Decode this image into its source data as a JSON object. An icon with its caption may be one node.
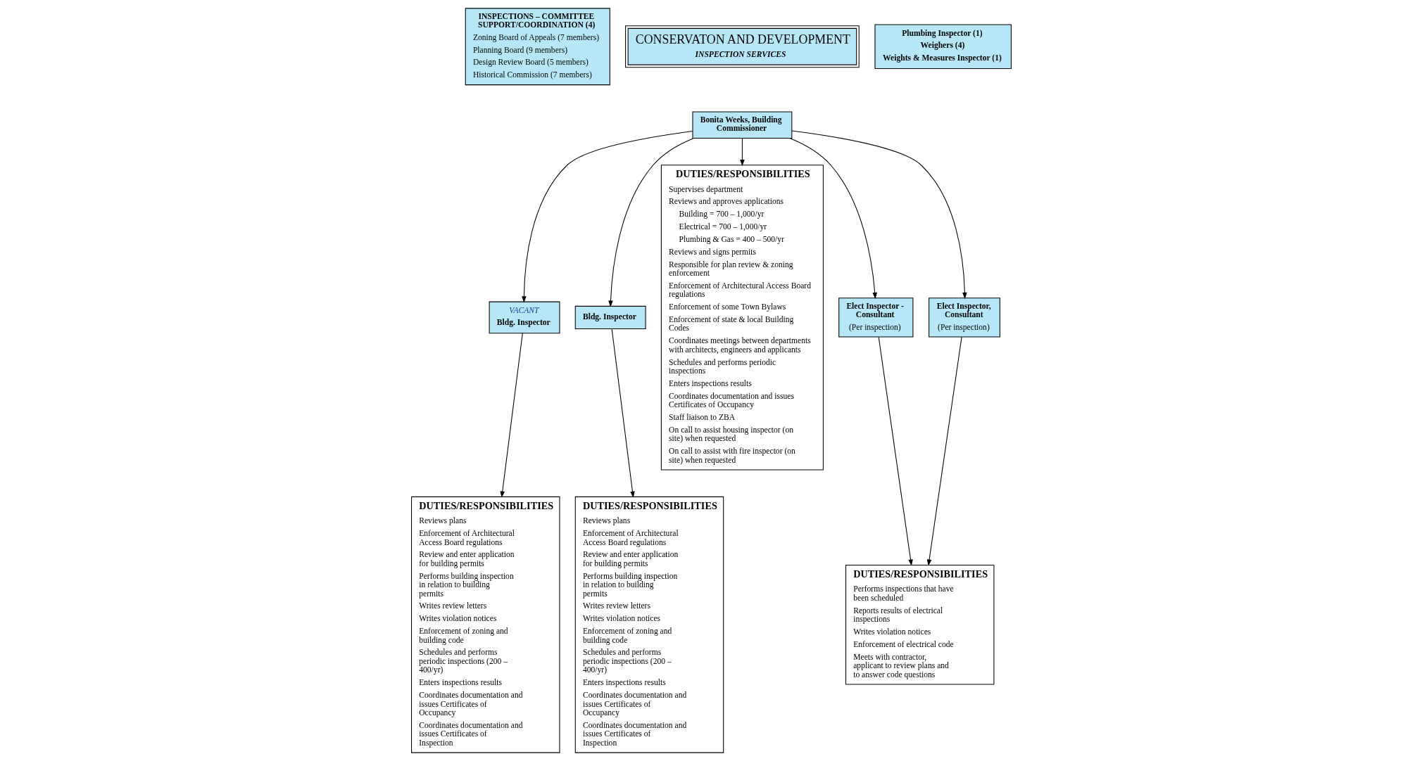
{
  "diagram": {
    "nodes": [
      {
        "text": [
          "INSPECTIONS – COMMITTEE SUPPORT/COORDINATION (4)",
          "Zoning Board of Appeals (7 members)",
          "Planning Board (9 members)",
          "Design Review Board (5 members)",
          "Historical Commission (7 members)"
        ]
      },
      {
        "text": [
          "CONSERVATON AND DEVELOPMENT",
          "INSPECTION SERVICES"
        ]
      },
      {
        "text": [
          "Plumbing Inspector (1)",
          "Weighers (4)",
          "Weights & Measures Inspector (1)"
        ]
      },
      {
        "text": [
          "Bonita Weeks, Building Commissioner"
        ]
      },
      {
        "text": [
          "VACANT",
          "Bldg. Inspector"
        ]
      },
      {
        "text": [
          "Bldg. Inspector"
        ]
      },
      {
        "text": [
          "DUTIES/RESPONSIBILITIES",
          "Supervises department",
          "Reviews and approves applications",
          "Building = 700 – 1,000/yr",
          "Electrical = 700 – 1,000/yr",
          "Plumbing & Gas = 400 – 500/yr",
          "Reviews and signs permits",
          "Responsible for plan review & zoning enforcement",
          "Enforcement of Architectural Access Board regulations",
          "Enforcement of some Town Bylaws",
          "Enforcement of state & local Building Codes",
          "Coordinates meetings between departments with architects, engineers and applicants",
          "Schedules and performs periodic inspections",
          "Enters inspections results",
          "Coordinates documentation and issues Certificates of Occupancy",
          "Staff liaison to ZBA",
          "On call to assist housing inspector (on site) when requested",
          "On call to assist with fire inspector (on site) when requested"
        ]
      },
      {
        "text": [
          "Elect Inspector - Consultant",
          "(Per inspection)"
        ]
      },
      {
        "text": [
          "Elect Inspector, Consultant",
          "(Per inspection)"
        ]
      },
      {
        "text": [
          "DUTIES/RESPONSIBILITIES",
          "Reviews plans",
          "Enforcement of Architectural Access Board regulations",
          "Review and enter application for building permits",
          "Performs building inspection in relation to building permits",
          "Writes review letters",
          "Writes violation notices",
          "Enforcement of zoning and building code",
          "Schedules and performs periodic inspections (200 – 400/yr)",
          "Enters inspections results",
          "Coordinates documentation and issues Certificates of Occupancy",
          "Coordinates documentation and issues Certificates of Inspection"
        ]
      },
      {
        "text": [
          "DUTIES/RESPONSIBILITIES",
          "Reviews plans",
          "Enforcement of Architectural Access Board regulations",
          "Review and enter application for building permits",
          "Performs building inspection in relation to building permits",
          "Writes review letters",
          "Writes violation notices",
          "Enforcement of zoning and building code",
          "Schedules and performs periodic inspections (200 – 400/yr)",
          "Enters inspections results",
          "Coordinates documentation and issues Certificates of Occupancy",
          "Coordinates documentation and issues Certificates of Inspection"
        ]
      },
      {
        "text": [
          "DUTIES/RESPONSIBILITIES",
          "Performs inspections that have been scheduled",
          "Reports results of electrical inspections",
          "Writes violation notices",
          "Enforcement of electrical code",
          "Meets with contractor, applicant to review plans and to answer code questions"
        ]
      }
    ],
    "edges": [
      {
        "from": 3,
        "to": 4,
        "arrow": "to"
      },
      {
        "from": 3,
        "to": 5,
        "arrow": "to"
      },
      {
        "from": 3,
        "to": 6,
        "arrow": "to"
      },
      {
        "from": 3,
        "to": 7,
        "arrow": "to"
      },
      {
        "from": 3,
        "to": 8,
        "arrow": "to"
      },
      {
        "from": 4,
        "to": 9,
        "arrow": "to"
      },
      {
        "from": 5,
        "to": 10,
        "arrow": "to"
      },
      {
        "from": 7,
        "to": 11,
        "arrow": "to"
      },
      {
        "from": 8,
        "to": 11,
        "arrow": "to"
      }
    ]
  }
}
